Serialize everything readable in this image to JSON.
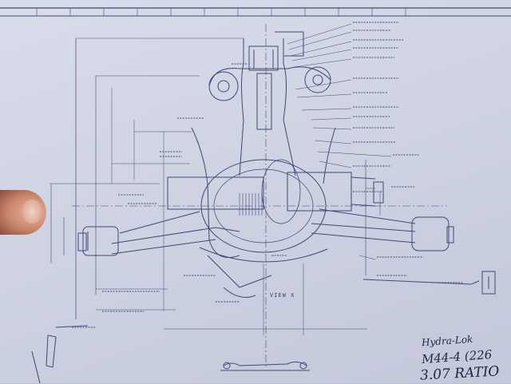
{
  "drawing": {
    "view_label": "VIEW X",
    "colors": {
      "paper": "#d3d7e6",
      "ink": "#414877",
      "handwriting": "#1f2444"
    }
  },
  "handwritten_note": {
    "line1": "Hydra-Lok",
    "line2": "M44-4 (226",
    "line3": "3.07 RATIO"
  }
}
